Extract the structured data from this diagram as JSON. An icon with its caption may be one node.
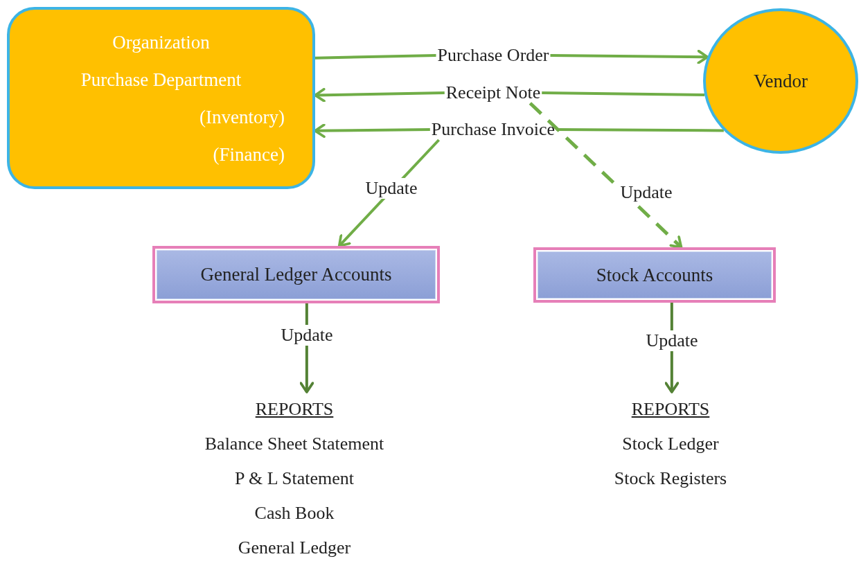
{
  "diagram": {
    "nodes": [
      {
        "text": [
          "Organization",
          "Purchase Department",
          "(Inventory)",
          "(Finance)"
        ]
      },
      {
        "text": [
          "Vendor"
        ]
      },
      {
        "text": [
          "Purchase Order"
        ]
      },
      {
        "text": [
          "Receipt Note"
        ]
      },
      {
        "text": [
          "Purchase Invoice"
        ]
      },
      {
        "text": [
          "General Ledger Accounts"
        ]
      },
      {
        "text": [
          "Stock Accounts"
        ]
      },
      {
        "text": [
          "REPORTS",
          "Balance Sheet Statement",
          "P & L Statement",
          "Cash Book",
          "General Ledger"
        ]
      },
      {
        "text": [
          "REPORTS",
          "Stock Ledger",
          "Stock Registers"
        ]
      }
    ],
    "edges": [
      {
        "from": 0,
        "to": 2,
        "arrow": "none"
      },
      {
        "from": 2,
        "to": 1,
        "arrow": "to"
      },
      {
        "from": 1,
        "to": 3,
        "arrow": "none"
      },
      {
        "from": 3,
        "to": 0,
        "arrow": "to"
      },
      {
        "from": 1,
        "to": 4,
        "arrow": "none"
      },
      {
        "from": 4,
        "to": 0,
        "arrow": "to"
      },
      {
        "from": 4,
        "to": 5,
        "arrow": "to",
        "label": "Update"
      },
      {
        "from": 3,
        "to": 6,
        "arrow": "to",
        "label": "Update",
        "style": "dashed"
      },
      {
        "from": 5,
        "to": 7,
        "arrow": "to",
        "label": "Update",
        "color": "#548235"
      },
      {
        "from": 6,
        "to": 8,
        "arrow": "to",
        "label": "Update",
        "color": "#548235"
      }
    ]
  }
}
